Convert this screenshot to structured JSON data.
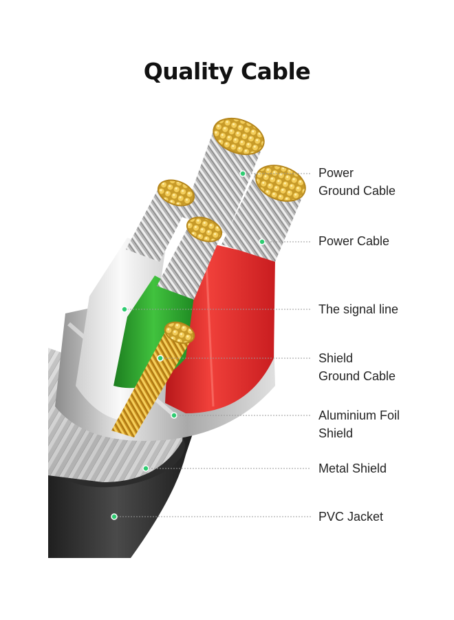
{
  "title": "Quality Cable",
  "labels": [
    {
      "lines": [
        "Power",
        "Ground Cable"
      ]
    },
    {
      "lines": [
        "Power Cable"
      ]
    },
    {
      "lines": [
        "The signal line"
      ]
    },
    {
      "lines": [
        "Shield",
        "Ground Cable"
      ]
    },
    {
      "lines": [
        "Aluminium Foil",
        "Shield"
      ]
    },
    {
      "lines": [
        "Metal Shield"
      ]
    },
    {
      "lines": [
        "PVC Jacket"
      ]
    }
  ],
  "colors": {
    "marker": "#2ecc71",
    "leader": "#9a9a9a",
    "jacket": "#3a3a3a",
    "red_insulation": "#e8332c",
    "green_insulation": "#2fa82f",
    "white_insulation": "#eeeeee",
    "copper": "#e4b53a"
  }
}
